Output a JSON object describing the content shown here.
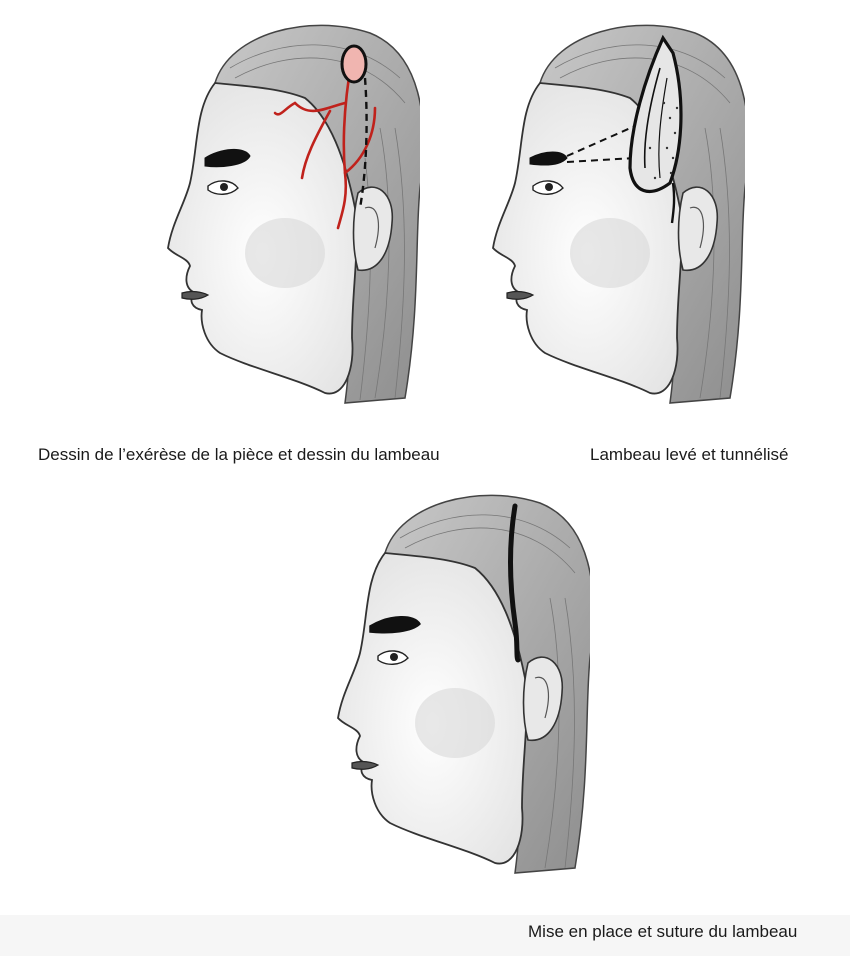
{
  "figures": [
    {
      "caption": "Dessin de l’exérèse de la pièce et dessin du lambeau"
    },
    {
      "caption": "Lambeau levé et tunnélisé"
    },
    {
      "caption": "Mise en place et suture du lambeau"
    }
  ],
  "colors": {
    "artery": "#c0221c",
    "ink": "#111111",
    "skin_shade": "#d9d9d9",
    "hair_shade": "#a8a8a8"
  }
}
